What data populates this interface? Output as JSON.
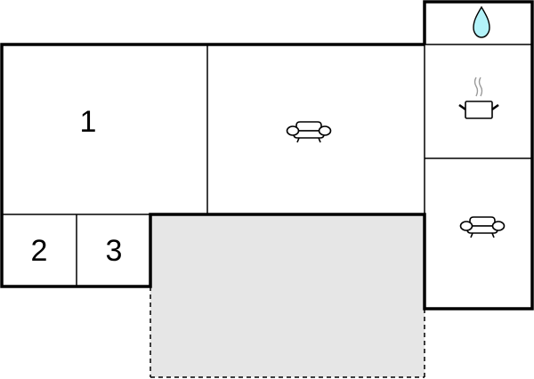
{
  "floorplan": {
    "colors": {
      "wall": "#000000",
      "background": "#ffffff",
      "terrace_fill": "#e6e6e6",
      "water_drop_fill": "#b3f3fa"
    },
    "rooms": [
      {
        "id": "bedroom-1",
        "label": "1",
        "type": "bedroom"
      },
      {
        "id": "bedroom-2",
        "label": "2",
        "type": "bedroom"
      },
      {
        "id": "bedroom-3",
        "label": "3",
        "type": "bedroom"
      },
      {
        "id": "living-room-main",
        "label": "",
        "type": "living",
        "icon": "sofa-icon"
      },
      {
        "id": "bathroom",
        "label": "",
        "type": "bathroom",
        "icon": "water-drop-icon"
      },
      {
        "id": "kitchen",
        "label": "",
        "type": "kitchen",
        "icon": "cooking-pot-icon"
      },
      {
        "id": "living-room-side",
        "label": "",
        "type": "living",
        "icon": "sofa-icon"
      },
      {
        "id": "terrace",
        "label": "",
        "type": "terrace"
      }
    ]
  }
}
